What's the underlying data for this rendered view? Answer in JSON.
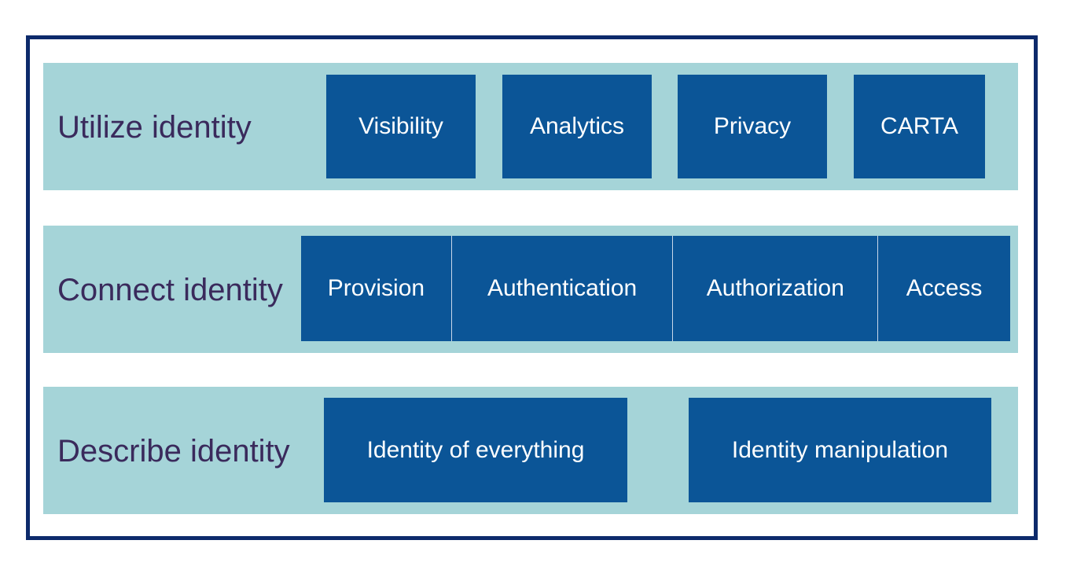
{
  "colors": {
    "frame_border": "#0d2a6b",
    "band_fill": "#a5d4d8",
    "box_fill": "#0b5597",
    "label_text": "#3a2a5c",
    "box_text": "#ffffff"
  },
  "layers": {
    "utilize": {
      "label": "Utilize identity",
      "items": [
        "Visibility",
        "Analytics",
        "Privacy",
        "CARTA"
      ]
    },
    "connect": {
      "label": "Connect identity",
      "items": [
        "Provision",
        "Authentication",
        "Authorization",
        "Access"
      ]
    },
    "describe": {
      "label": "Describe identity",
      "items": [
        "Identity of everything",
        "Identity manipulation"
      ]
    }
  }
}
